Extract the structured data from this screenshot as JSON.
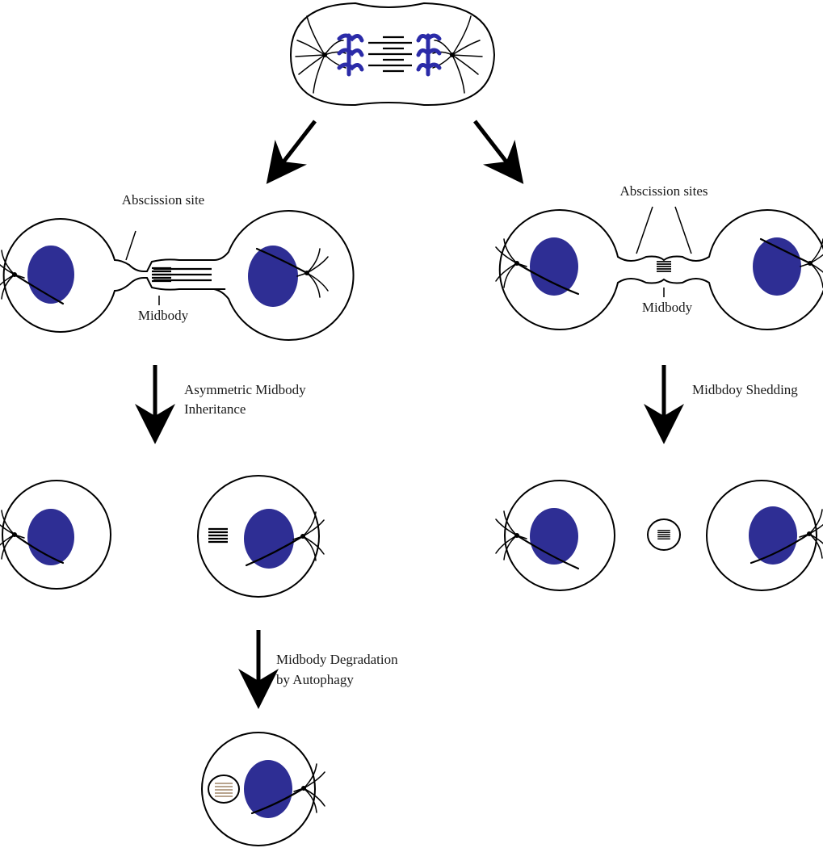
{
  "colors": {
    "nucleus": "#2e2e94",
    "chromosome": "#2b2ba8",
    "outline": "#000000",
    "degraded_midbody": "#b8a48e"
  },
  "labels": {
    "abscission_site": "Abscission site",
    "abscission_sites": "Abscission sites",
    "midbody_left": "Midbody",
    "midbody_right": "Midbody",
    "asymmetric_line1": "Asymmetric Midbody",
    "asymmetric_line2": "Inheritance",
    "shedding": "Midbdoy Shedding",
    "degradation_line1": "Midbody Degradation",
    "degradation_line2": "by Autophagy"
  }
}
